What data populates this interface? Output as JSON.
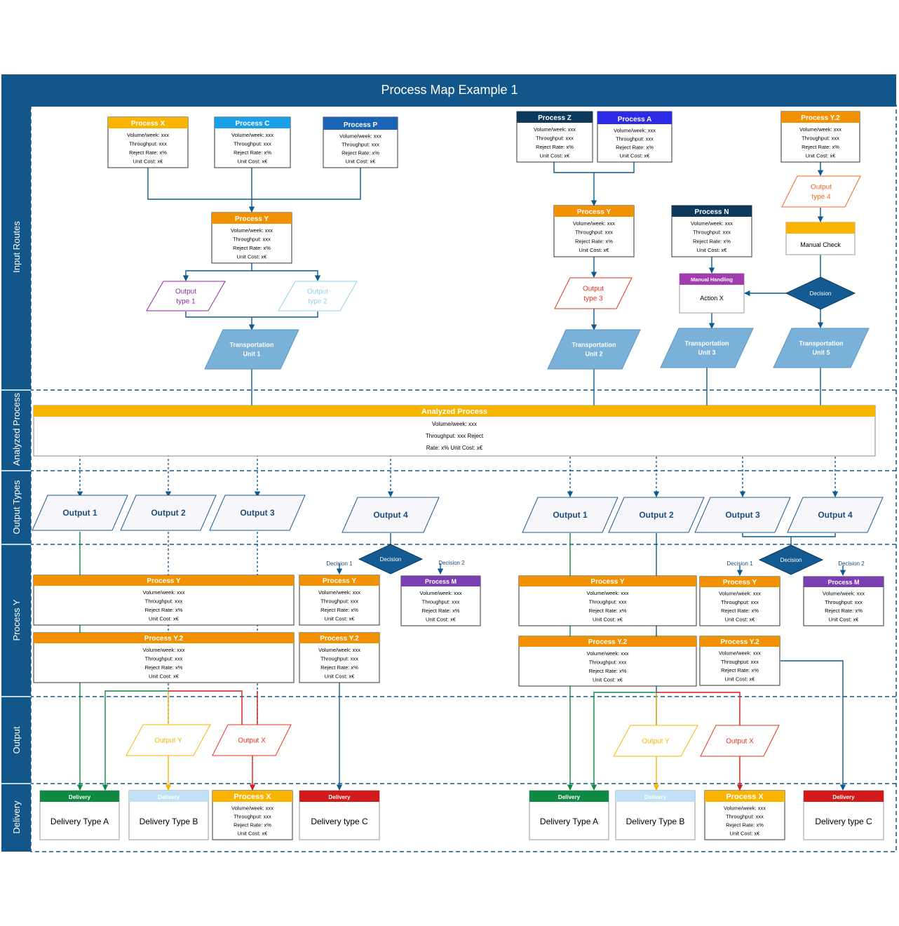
{
  "title": "Process Map Example 1",
  "colors": {
    "band": "#13578a",
    "orange": "#f29100",
    "amber": "#f9b400",
    "navy": "#0d3a5c",
    "blue": "#1a64b5",
    "cyan": "#1aa0e8",
    "indigo": "#2b2be8",
    "purple": "#7a3fb0",
    "magenta": "#a23db0",
    "green": "#0f8a43",
    "lightblue": "#bfe0f5",
    "red": "#d11a1a",
    "transport": "#7ab1d9",
    "deepblue": "#0f5a8e"
  },
  "lanes": [
    "Input Routes",
    "Analyzed Process",
    "Output Types",
    "Process Y",
    "Output",
    "Delivery"
  ],
  "metric_lines": [
    "Volume/week: xxx",
    "Throughput: xxx",
    "Reject Rate: x%",
    "Unit Cost: x€"
  ],
  "labels": {
    "process_x": "Process X",
    "process_c": "Process C",
    "process_p": "Process P",
    "process_z": "Process Z",
    "process_a": "Process A",
    "process_y2_top": "Process Y.2",
    "process_y": "Process Y",
    "process_n": "Process N",
    "process_y2": "Process Y.2",
    "process_m": "Process M",
    "output_type_1": [
      "Output",
      "type 1"
    ],
    "output_type_2": [
      "Output",
      "type 2"
    ],
    "output_type_3": [
      "Output",
      "type 3"
    ],
    "output_type_4": [
      "Output",
      "type 4"
    ],
    "manual_check": "Manual Check",
    "manual_handling": "Manual Handling",
    "action_x": "Action X",
    "decision": "Decision",
    "decision_1": "Decision 1",
    "decision_2": "Decision 2",
    "tu1": [
      "Transportation",
      "Unit 1"
    ],
    "tu2": [
      "Transportation",
      "Unit 2"
    ],
    "tu3": [
      "Transportation",
      "Unit 3"
    ],
    "tu5": [
      "Transportation",
      "Unit 5"
    ],
    "analyzed_process": "Analyzed Process",
    "analyzed_lines": [
      "Volume/week: xxx",
      "Throughput: xxx Reject",
      "Rate: x% Unit Cost: x€"
    ],
    "outputs": [
      "Output 1",
      "Output 2",
      "Output 3",
      "Output 4"
    ],
    "output_y": "Output Y",
    "output_x": "Output X",
    "delivery": "Delivery",
    "delivery_a": "Delivery Type A",
    "delivery_b": "Delivery Type B",
    "delivery_c": "Delivery type C"
  }
}
